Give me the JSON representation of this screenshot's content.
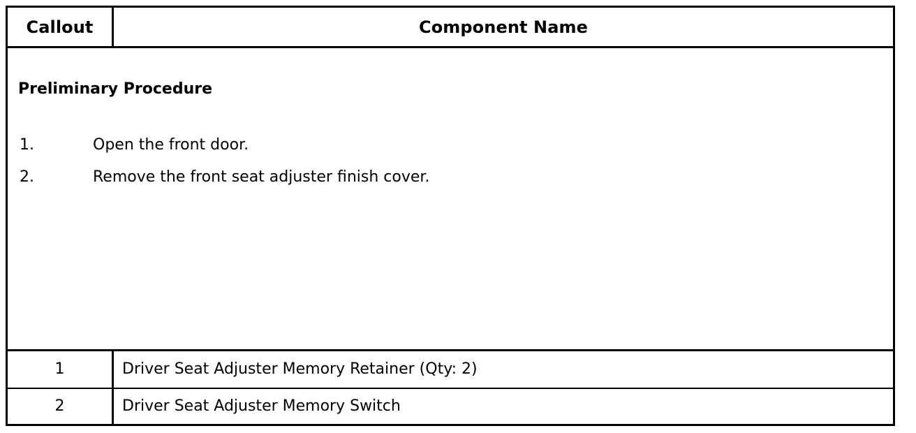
{
  "table": {
    "headers": {
      "callout": "Callout",
      "component_name": "Component Name"
    },
    "procedure": {
      "title": "Preliminary Procedure",
      "steps": [
        {
          "number": "1.",
          "text": "Open the front door."
        },
        {
          "number": "2.",
          "text": "Remove the front seat adjuster finish cover."
        }
      ]
    },
    "rows": [
      {
        "callout": "1",
        "component_name": "Driver Seat Adjuster Memory Retainer (Qty: 2)"
      },
      {
        "callout": "2",
        "component_name": "Driver Seat Adjuster Memory Switch"
      }
    ]
  },
  "colors": {
    "border": "#000000",
    "text": "#000000",
    "background": "#ffffff"
  }
}
